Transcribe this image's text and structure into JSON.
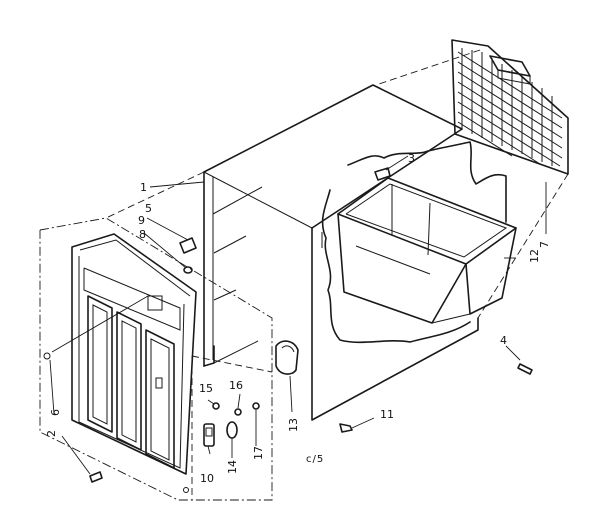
{
  "diagram": {
    "callouts": [
      "1",
      "2",
      "3",
      "4",
      "5",
      "6",
      "7",
      "8",
      "9",
      "10",
      "11",
      "12",
      "13",
      "14",
      "15",
      "16",
      "17"
    ],
    "code": "c/5"
  }
}
